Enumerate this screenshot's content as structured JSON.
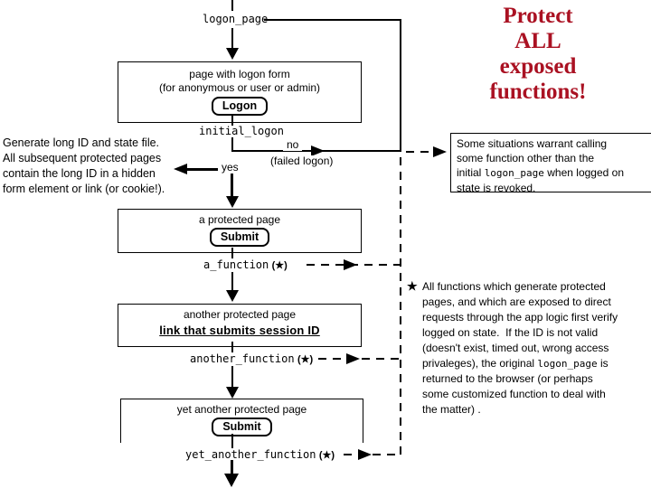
{
  "title": {
    "lines": [
      "Protect",
      "ALL",
      "exposed",
      "functions!"
    ],
    "color": "#aa1122"
  },
  "flow": {
    "entry_label": "logon_page",
    "logon_form_box": {
      "line1": "page with logon form",
      "line2": "(for anonymous or user or admin)",
      "button": "Logon"
    },
    "decision_label": "initial_logon",
    "no_label": "no",
    "no_sublabel": "(failed logon)",
    "yes_label": "yes",
    "protected_page_box": {
      "title": "a protected page",
      "button": "Submit"
    },
    "a_function": {
      "name": "a_function",
      "marker": "(★)"
    },
    "another_page_box": {
      "title": "another protected page",
      "link": "link that submits session ID"
    },
    "another_function": {
      "name": "another_function",
      "marker": "(★)"
    },
    "yet_another_page_box": {
      "title": "yet another protected page",
      "button": "Submit"
    },
    "yet_another_function": {
      "name": "yet_another_function",
      "marker": "(★)"
    }
  },
  "generate_note_lines": [
    "Generate long ID and state file.",
    "All subsequent protected pages",
    "contain the long ID in a hidden",
    "form element or link (or cookie!)."
  ],
  "revoke_box_lines": [
    "Some situations warrant calling",
    "some function other than the",
    "initial `logon_page` when logged on",
    "state is revoked."
  ],
  "footnote": {
    "marker": "★",
    "lines": [
      "All functions which generate protected",
      "pages, and which are exposed to direct",
      "requests through the app logic first verify",
      "logged on state.  If the ID is not valid",
      "(doesn't exist, timed out, wrong access",
      "privaleges), the original `logon_page` is",
      "returned to the browser (or perhaps",
      "some customized function to deal with",
      "the matter) ."
    ]
  }
}
